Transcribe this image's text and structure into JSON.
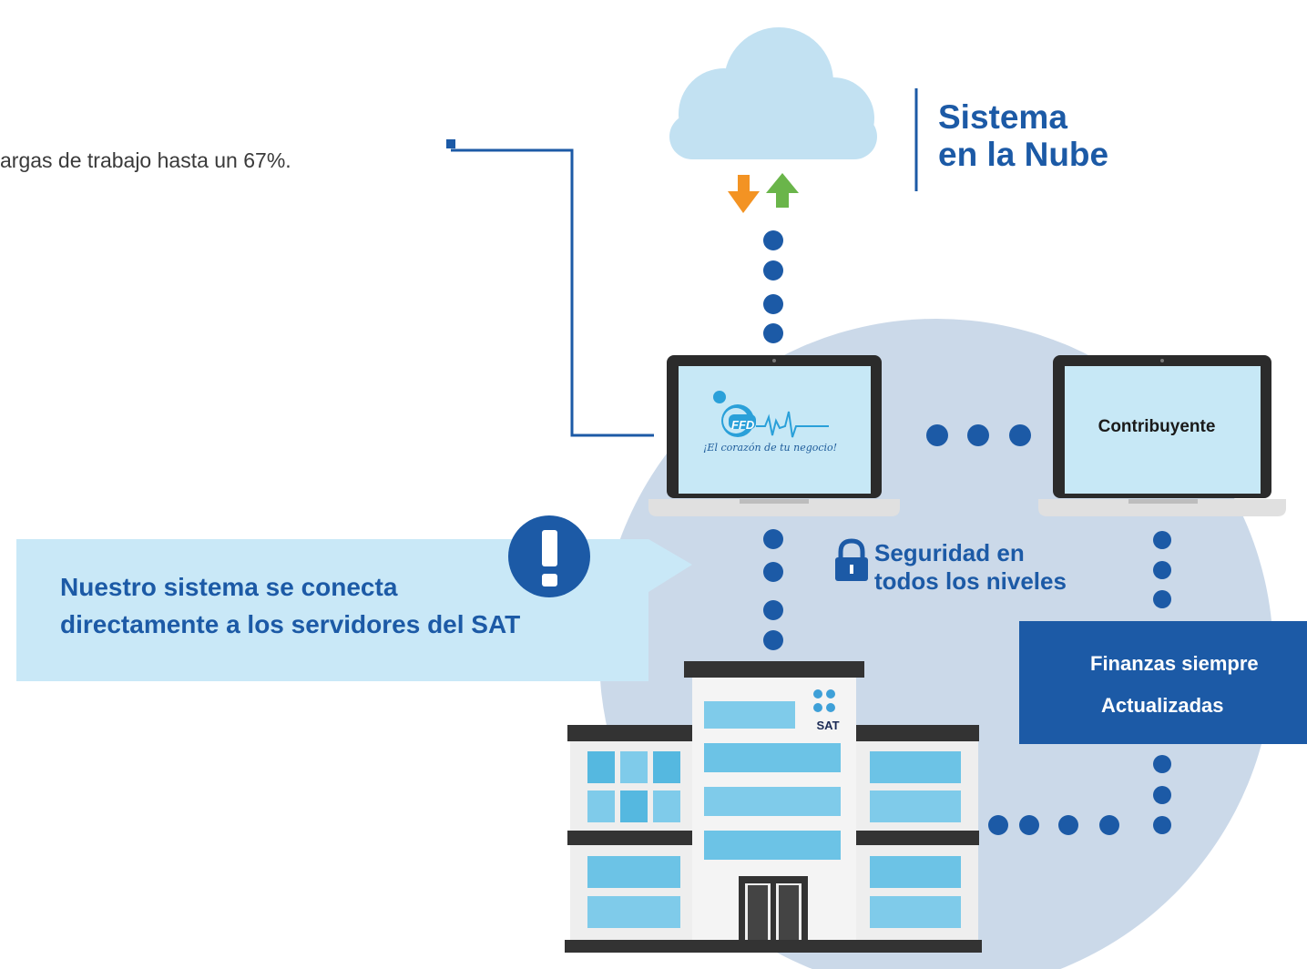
{
  "intro_text": "argas de trabajo hasta un 67%.",
  "cloud": {
    "title_line1": "Sistema",
    "title_line2": "en la Nube"
  },
  "callout": {
    "line1": "Nuestro sistema se conecta",
    "line2": "directamente a los servidores del SAT"
  },
  "security": {
    "line1": "Seguridad en",
    "line2": "todos los niveles"
  },
  "laptop_logo": {
    "mark": "FFD",
    "tagline": "¡El corazón de tu negocio!"
  },
  "laptop_right": {
    "label": "Contribuyente"
  },
  "finance_box": {
    "line1": "Finanzas siempre",
    "line2": "Actualizadas"
  },
  "building": {
    "sign": "SAT"
  },
  "colors": {
    "brand_blue": "#1c5aa6",
    "circle_bg": "#cbd9e9",
    "callout_bg": "#c9e8f7",
    "cloud": "#c2e1f2",
    "arrow_down": "#f39323",
    "arrow_up": "#6ab54a",
    "check": "#3ea843"
  },
  "icons": [
    "cloud-icon",
    "download-arrow-icon",
    "upload-arrow-icon",
    "lock-icon",
    "exclamation-icon",
    "check-icon",
    "laptop-icon",
    "building-icon"
  ]
}
